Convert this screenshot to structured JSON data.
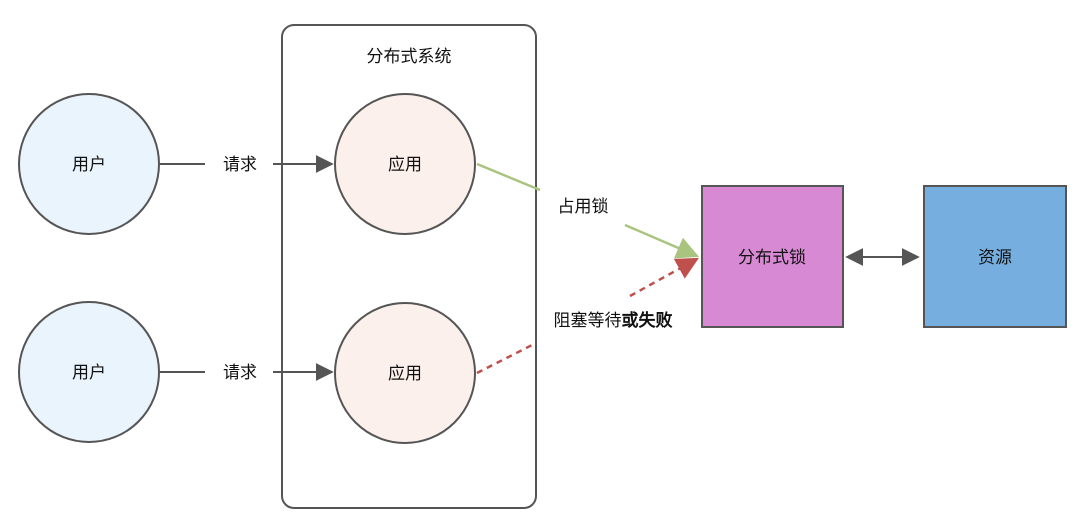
{
  "system": {
    "title": "分布式系统"
  },
  "users": [
    {
      "label": "用户"
    },
    {
      "label": "用户"
    }
  ],
  "requests": [
    {
      "label": "请求"
    },
    {
      "label": "请求"
    }
  ],
  "apps": [
    {
      "label": "应用"
    },
    {
      "label": "应用"
    }
  ],
  "edges": {
    "acquire_label": "占用锁",
    "blocked_label_part1": "阻塞等待",
    "blocked_label_part2": "或失败"
  },
  "lock": {
    "label": "分布式锁"
  },
  "resource": {
    "label": "资源"
  },
  "colors": {
    "user_fill": "#eaf4fd",
    "app_fill": "#fbf0ec",
    "lock_fill": "#d889d4",
    "resource_fill": "#76aee0",
    "node_stroke": "#555555",
    "acquire_line": "#a9c47f",
    "blocked_line": "#c0504d"
  }
}
